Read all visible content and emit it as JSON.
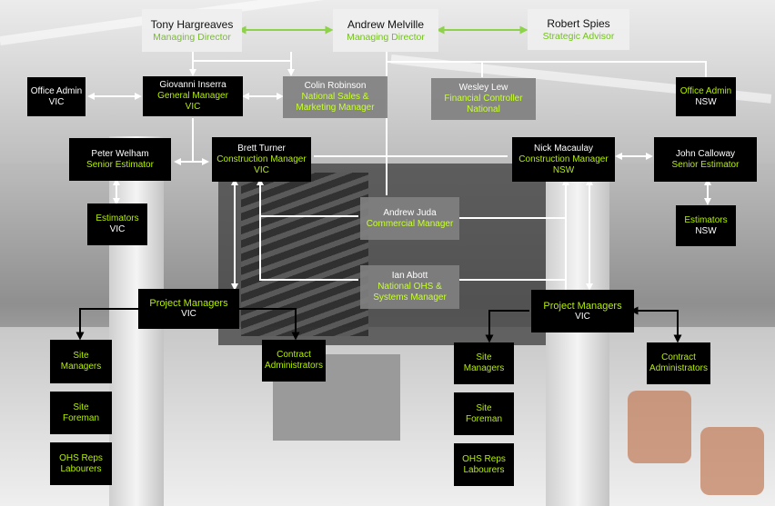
{
  "top_row": [
    {
      "name": "Tony Hargreaves",
      "title": "Managing Director"
    },
    {
      "name": "Andrew Melville",
      "title": "Managing Director"
    },
    {
      "name": "Robert Spies",
      "title": "Strategic Advisor"
    }
  ],
  "row2": {
    "office_admin_vic": {
      "line1": "Office Admin",
      "line2": "VIC"
    },
    "giovanni": {
      "name": "Giovanni Inserra",
      "title": "General Manager",
      "region": "VIC"
    },
    "colin": {
      "name": "Colin Robinson",
      "title1": "National Sales &",
      "title2": "Marketing Manager"
    },
    "wesley": {
      "name": "Wesley Lew",
      "title1": "Financial Controller",
      "title2": "National"
    },
    "office_admin_nsw": {
      "line1": "Office Admin",
      "line2": "NSW"
    }
  },
  "row3": {
    "peter": {
      "name": "Peter Welham",
      "title": "Senior Estimator"
    },
    "brett": {
      "name": "Brett Turner",
      "title": "Construction Manager",
      "region": "VIC"
    },
    "nick": {
      "name": "Nick Macaulay",
      "title": "Construction Manager",
      "region": "NSW"
    },
    "john": {
      "name": "John Calloway",
      "title": "Senior Estimator"
    }
  },
  "estimators_vic": {
    "line1": "Estimators",
    "line2": "VIC"
  },
  "estimators_nsw": {
    "line1": "Estimators",
    "line2": "NSW"
  },
  "andrew_juda": {
    "name": "Andrew Juda",
    "title": "Commercial Manager"
  },
  "ian_abott": {
    "name": "Ian Abott",
    "title1": "National OHS &",
    "title2": "Systems Manager"
  },
  "pm_vic": {
    "line1": "Project Managers",
    "line2": "VIC"
  },
  "pm_nsw": {
    "line1": "Project Managers",
    "line2": "VIC"
  },
  "vic_branch": {
    "site_managers": {
      "line1": "Site",
      "line2": "Managers"
    },
    "contract_admin": {
      "line1": "Contract",
      "line2": "Administrators"
    },
    "site_foreman": {
      "line1": "Site",
      "line2": "Foreman"
    },
    "ohs_reps": {
      "line1": "OHS Reps",
      "line2": "Labourers"
    }
  },
  "nsw_branch": {
    "site_managers": {
      "line1": "Site",
      "line2": "Managers"
    },
    "contract_admin": {
      "line1": "Contract",
      "line2": "Administrators"
    },
    "site_foreman": {
      "line1": "Site",
      "line2": "Foreman"
    },
    "ohs_reps": {
      "line1": "OHS Reps",
      "line2": "Labourers"
    }
  },
  "colors": {
    "accent_green": "#b7f000",
    "connector_green": "#8ed14a",
    "box_black": "#000000",
    "box_grey": "#808080",
    "connector_white": "#ffffff"
  }
}
